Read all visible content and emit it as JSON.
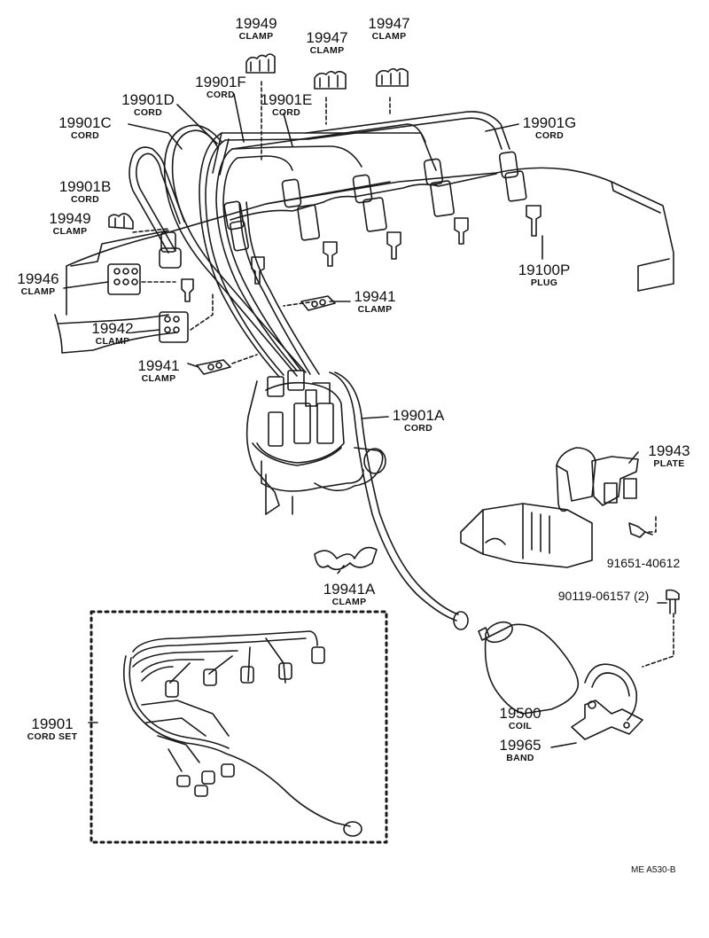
{
  "parts": [
    {
      "id": "p1",
      "number": "19949",
      "name": "CLAMP"
    },
    {
      "id": "p2",
      "number": "19947",
      "name": "CLAMP"
    },
    {
      "id": "p3",
      "number": "19947",
      "name": "CLAMP"
    },
    {
      "id": "p4",
      "number": "19901F",
      "name": "CORD"
    },
    {
      "id": "p5",
      "number": "19901D",
      "name": "CORD"
    },
    {
      "id": "p6",
      "number": "19901E",
      "name": "CORD"
    },
    {
      "id": "p7",
      "number": "19901C",
      "name": "CORD"
    },
    {
      "id": "p8",
      "number": "19901G",
      "name": "CORD"
    },
    {
      "id": "p9",
      "number": "19901B",
      "name": "CORD"
    },
    {
      "id": "p10",
      "number": "19949",
      "name": "CLAMP"
    },
    {
      "id": "p11",
      "number": "19100P",
      "name": "PLUG"
    },
    {
      "id": "p12",
      "number": "19946",
      "name": "CLAMP"
    },
    {
      "id": "p13",
      "number": "19941",
      "name": "CLAMP"
    },
    {
      "id": "p14",
      "number": "19942",
      "name": "CLAMP"
    },
    {
      "id": "p15",
      "number": "19941",
      "name": "CLAMP"
    },
    {
      "id": "p16",
      "number": "19901A",
      "name": "CORD"
    },
    {
      "id": "p17",
      "number": "19943",
      "name": "PLATE"
    },
    {
      "id": "p18",
      "number": "91651-40612",
      "name": ""
    },
    {
      "id": "p19",
      "number": "19941A",
      "name": "CLAMP"
    },
    {
      "id": "p20",
      "number": "90119-06157 (2)",
      "name": ""
    },
    {
      "id": "p21",
      "number": "19901",
      "name": "CORD SET"
    },
    {
      "id": "p22",
      "number": "19500",
      "name": "COIL"
    },
    {
      "id": "p23",
      "number": "19965",
      "name": "BAND"
    }
  ],
  "figure_ref": "ME  A530-B"
}
